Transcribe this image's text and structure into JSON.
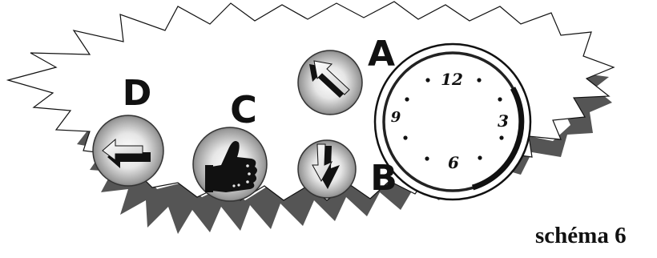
{
  "labels": {
    "a": "A",
    "b": "B",
    "c": "C",
    "d": "D"
  },
  "clock": {
    "numbers": {
      "twelve": "12",
      "three": "3",
      "six": "6",
      "nine": "9"
    }
  },
  "caption": "schéma 6",
  "icons": {
    "a": "arrow-up-left-icon",
    "b": "arrow-down-icon",
    "c": "thumbs-up-icon",
    "d": "arrow-left-icon"
  },
  "colors": {
    "ink": "#111111",
    "background": "#ffffff",
    "shadow": "#555555"
  }
}
